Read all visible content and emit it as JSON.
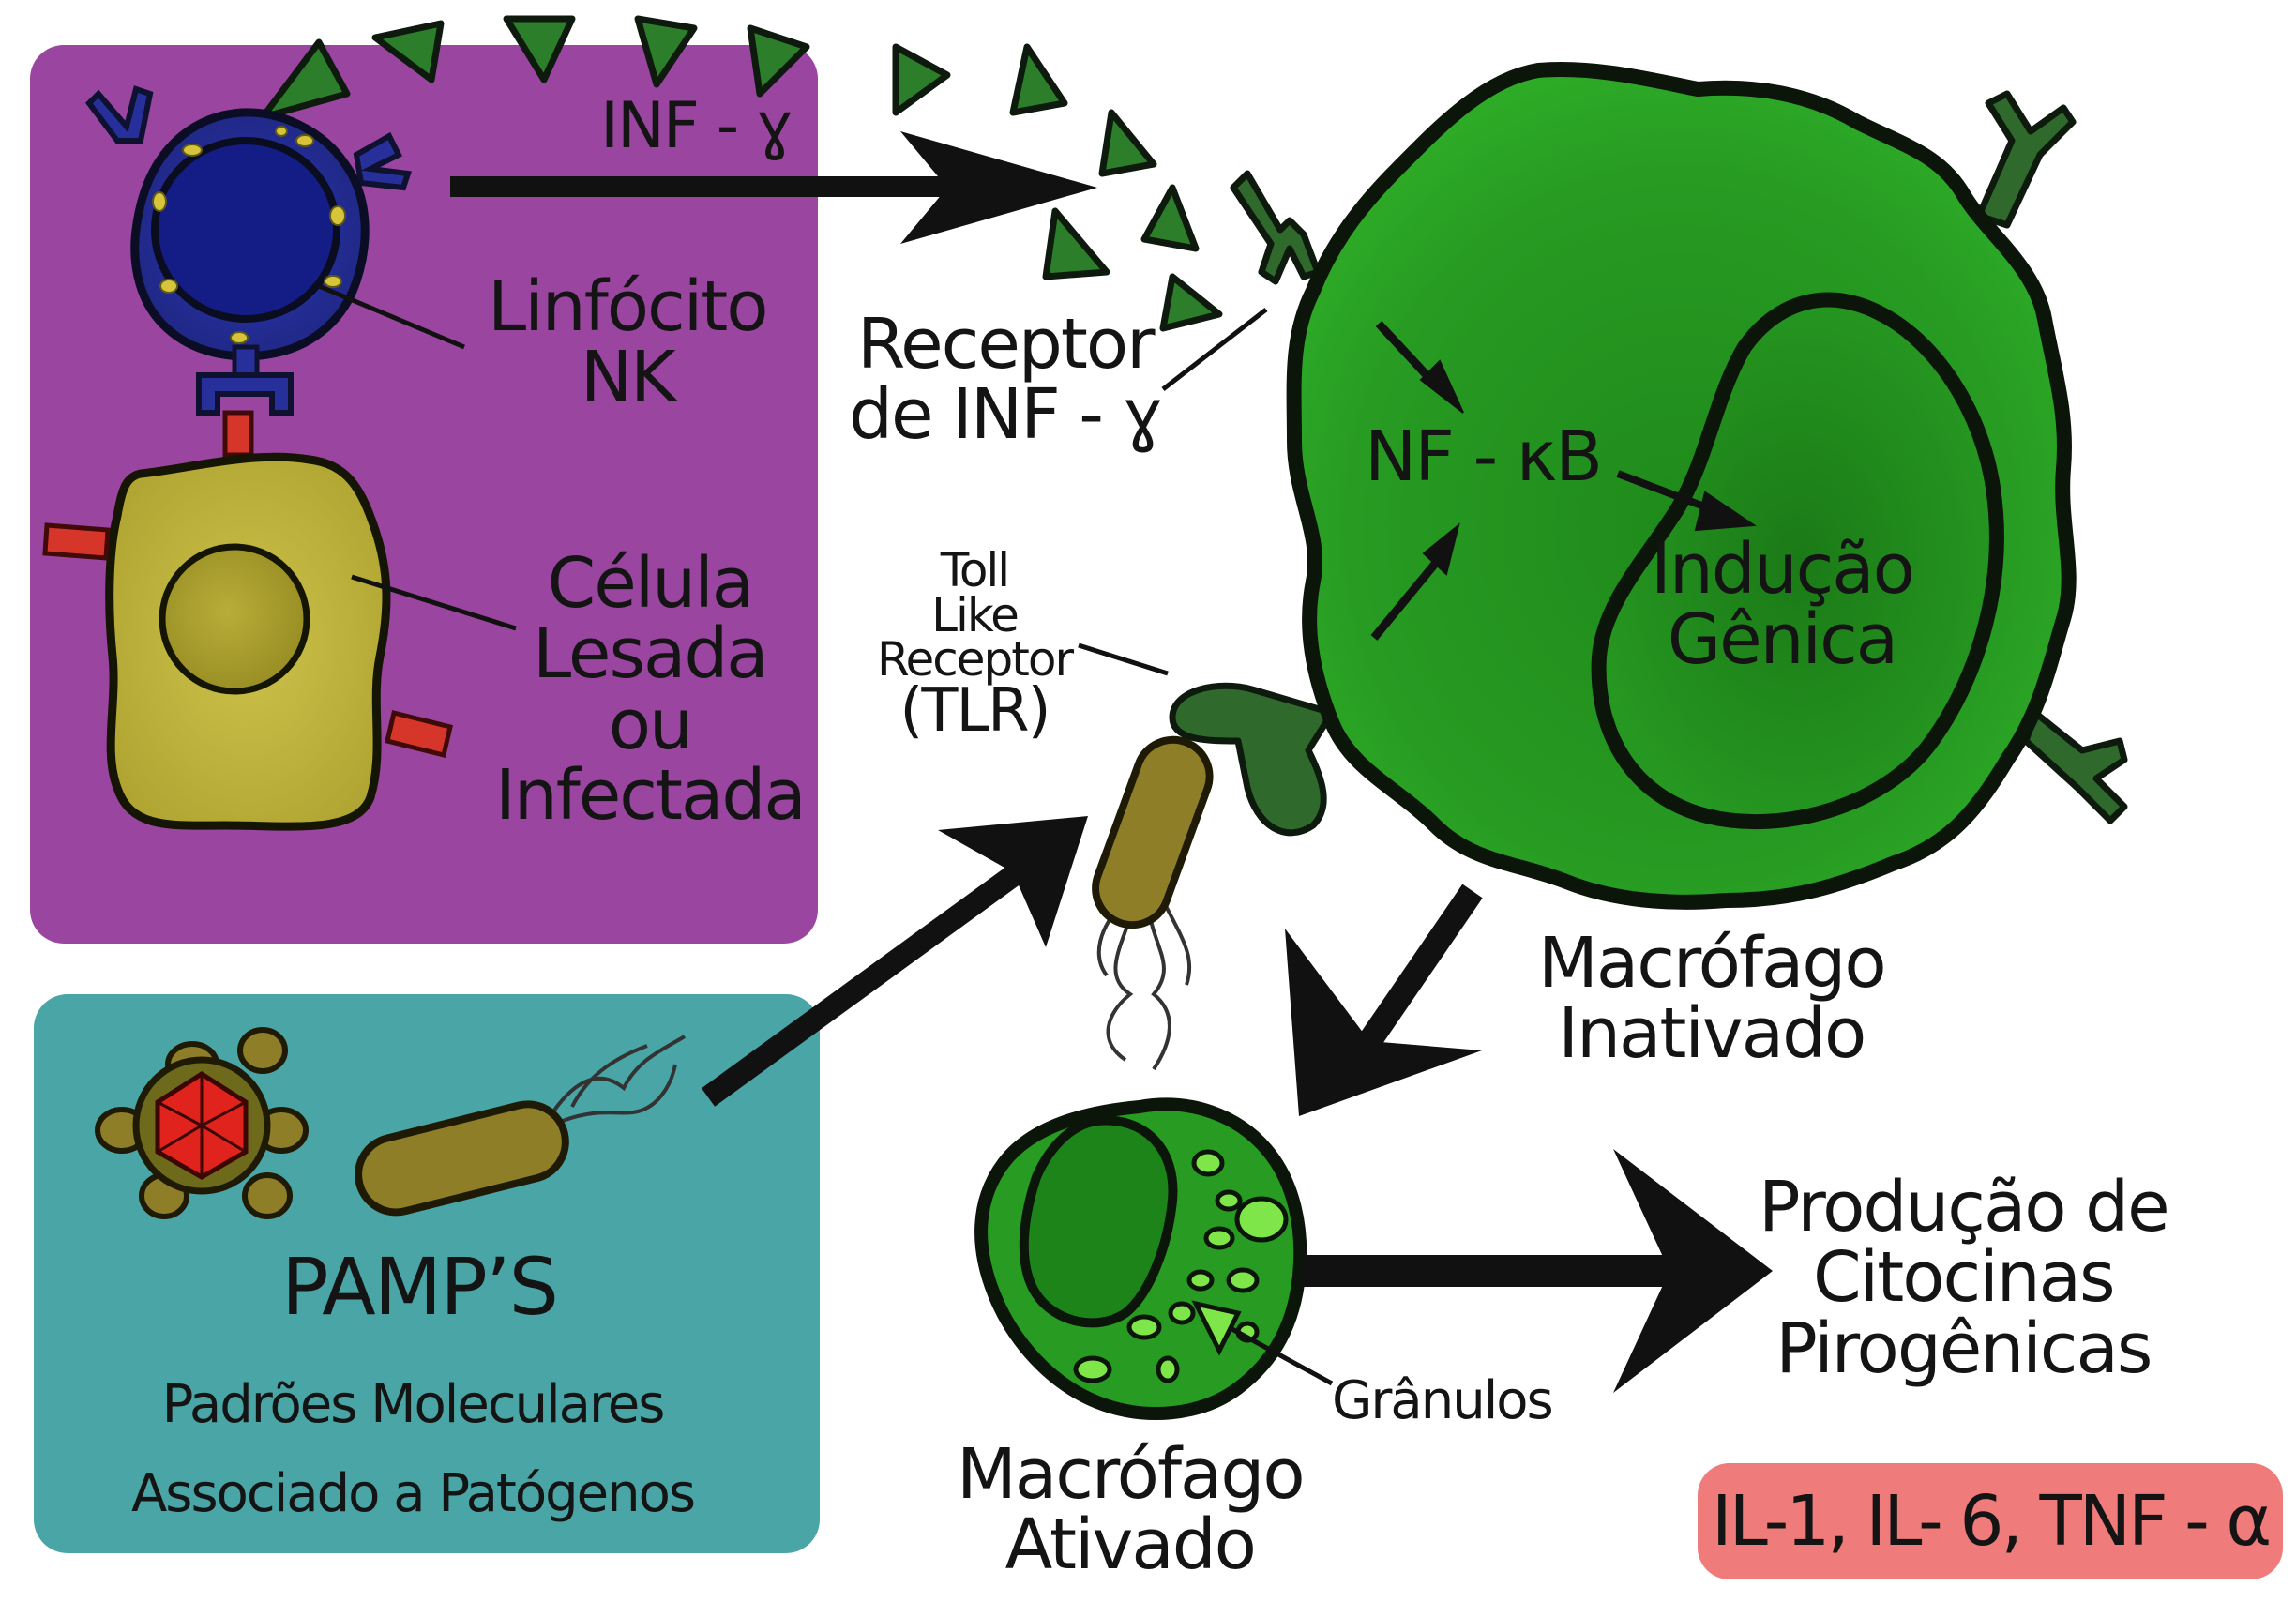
{
  "labels": {
    "ifn_gamma": "INF - ɣ",
    "nk_cell": [
      "Linfócito",
      "NK"
    ],
    "damaged_cell": [
      "Célula",
      "Lesada",
      "ou",
      "Infectada"
    ],
    "ifn_receptor": [
      "Receptor",
      "de INF - ɣ"
    ],
    "tlr": [
      "Toll",
      "Like",
      "Receptor",
      "(TLR)"
    ],
    "nfkb": "NF - κB",
    "gene_induction": [
      "Indução",
      "Gênica"
    ],
    "inactive_macrophage": [
      "Macrófago",
      "Inativado"
    ],
    "active_macrophage": [
      "Macrófago",
      "Ativado"
    ],
    "granules": "Grânulos",
    "cytokine_production": [
      "Produção de",
      "Citocinas",
      "Pirogênicas"
    ],
    "cytokines": "IL-1, IL- 6, TNF - α",
    "pamps_title": "PAMP’S",
    "pamps_subtitle": [
      "Padrões Moleculares",
      "Associado a Patógenos"
    ]
  },
  "colors": {
    "nk_panel": "#9a45a0",
    "pamps_panel": "#4aa5a6",
    "macrophage": "#279b22",
    "macrophage_dark": "#1c6f18",
    "receptor": "#2f6a2c",
    "nk_body": "#27309a",
    "nk_nucleus": "#141c86",
    "damaged_cell": "#c3b83e",
    "bacterium": "#8e7e28",
    "granule": "#7fe64a",
    "mhc_red": "#d6352a",
    "virus_red": "#e0231c",
    "cytokine_badge": "#ef7b7b"
  }
}
